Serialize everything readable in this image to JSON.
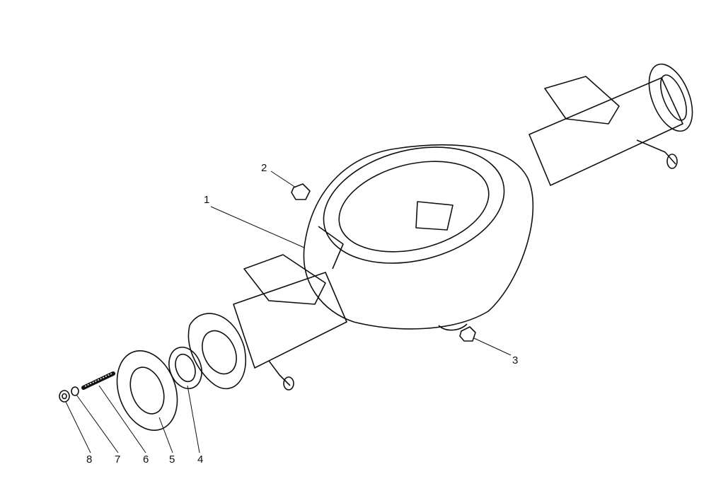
{
  "diagram": {
    "subject": "rear-axle-housing-exploded-view",
    "callouts": [
      {
        "id": "c1",
        "label": "1"
      },
      {
        "id": "c2",
        "label": "2"
      },
      {
        "id": "c3",
        "label": "3"
      },
      {
        "id": "c4",
        "label": "4"
      },
      {
        "id": "c5",
        "label": "5"
      },
      {
        "id": "c6",
        "label": "6"
      },
      {
        "id": "c7",
        "label": "7"
      },
      {
        "id": "c8",
        "label": "8"
      }
    ],
    "colors": {
      "ink": "#111111",
      "shade": "#8a8a8a",
      "paper": "#ffffff"
    }
  }
}
